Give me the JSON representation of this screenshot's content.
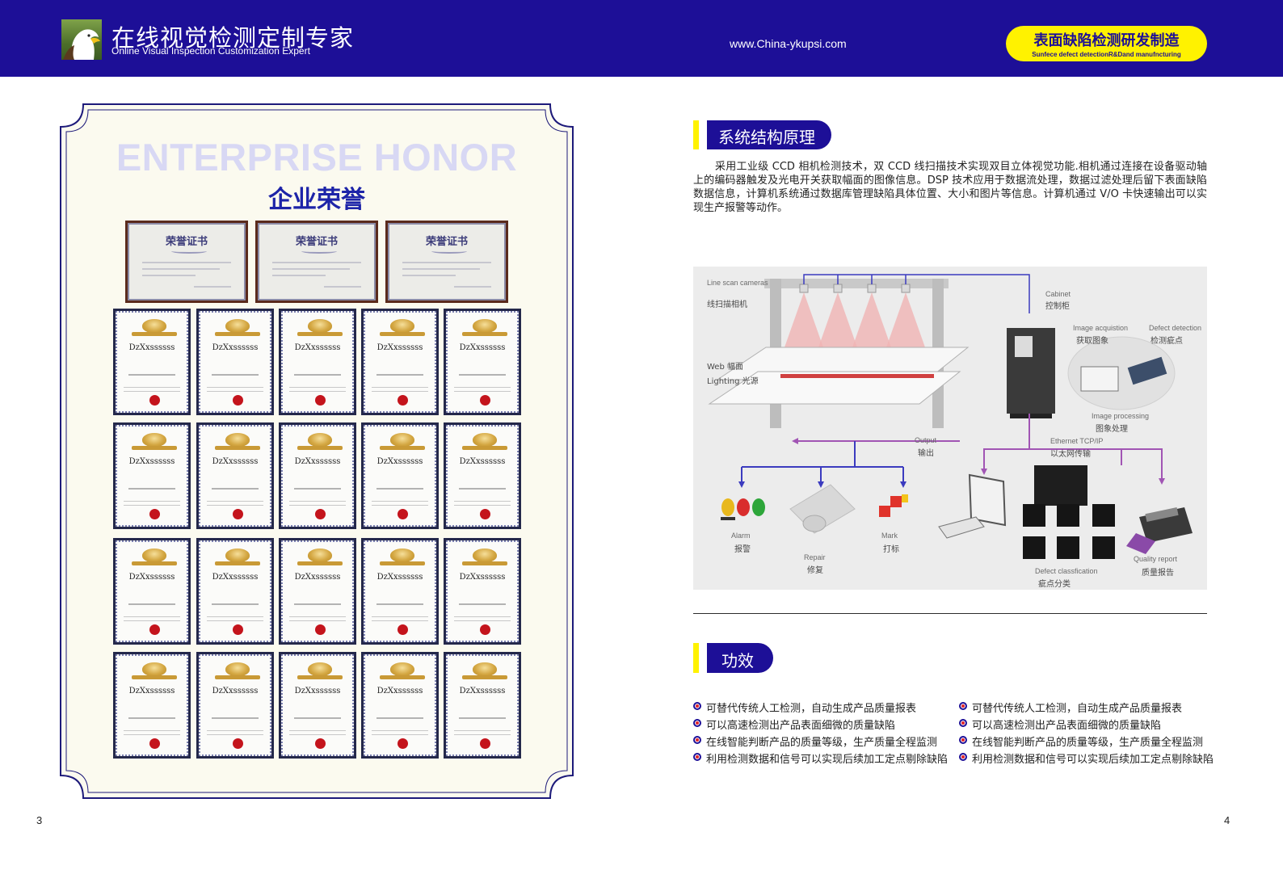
{
  "header": {
    "brand_cn": "在线视觉检测定制专家",
    "brand_en": "Online Visual Inspection Customization Expert",
    "website": "www.China-ykupsi.com",
    "tagline_cn": "表面缺陷检测研发制造",
    "tagline_en": "Sunfece defect detectionR&Dand manufncturing",
    "bg_color": "#1d0f97",
    "pill_color": "#fff200"
  },
  "left_page": {
    "title_en": "ENTERPRISE HONOR",
    "title_cn": "企业荣誉",
    "landscape_cert_title": "荣誉证书",
    "portrait_cert_name": "DzXxssssss",
    "page_number": "3"
  },
  "right_page": {
    "section1_title": "系统结构原理",
    "section1_body": "采用工业级 CCD 相机检测技术，双 CCD 线扫描技术实现双目立体视觉功能.相机通过连接在设备驱动轴上的编码器触发及光电开关获取幅面的图像信息。DSP 技术应用于数据流处理，数据过滤处理后留下表面缺陷数据信息，计算机系统通过数据库管理缺陷具体位置、大小和图片等信息。计算机通过 V/O 卡快速输出可以实现生产报警等动作。",
    "diagram": {
      "line_scan_en": "Line scan cameras",
      "line_scan_cn": "线扫描相机",
      "cabinet_en": "Cabinet",
      "cabinet_cn": "控制柜",
      "web": "Web 幅面",
      "lighting": "Lighting 光源",
      "image_acq_en": "Image acquistion",
      "image_acq_cn": "获取图象",
      "defect_det_en": "Defect detection",
      "defect_det_cn": "检测疵点",
      "image_proc_en": "Image processing",
      "image_proc_cn": "图象处理",
      "output_en": "Output",
      "output_cn": "输出",
      "ethernet_en": "Ethernet TCP/IP",
      "ethernet_cn": "以太网传输",
      "alarm_en": "Alarm",
      "alarm_cn": "报警",
      "repair_en": "Repair",
      "repair_cn": "修复",
      "mark_en": "Mark",
      "mark_cn": "打标",
      "defect_class_en": "Defect classfication",
      "defect_class_cn": "疵点分类",
      "quality_en": "Quality report",
      "quality_cn": "质量报告"
    },
    "section2_title": "功效",
    "effects_left": [
      "可替代传统人工检测，自动生成产品质量报表",
      "可以高速检测出产品表面细微的质量缺陷",
      "在线智能判断产品的质量等级，生产质量全程监测",
      "利用检测数据和信号可以实现后续加工定点剔除缺陷"
    ],
    "effects_right": [
      "可替代传统人工检测，自动生成产品质量报表",
      "可以高速检测出产品表面细微的质量缺陷",
      "在线智能判断产品的质量等级，生产质量全程监测",
      "利用检测数据和信号可以实现后续加工定点剔除缺陷"
    ],
    "page_number": "4"
  }
}
